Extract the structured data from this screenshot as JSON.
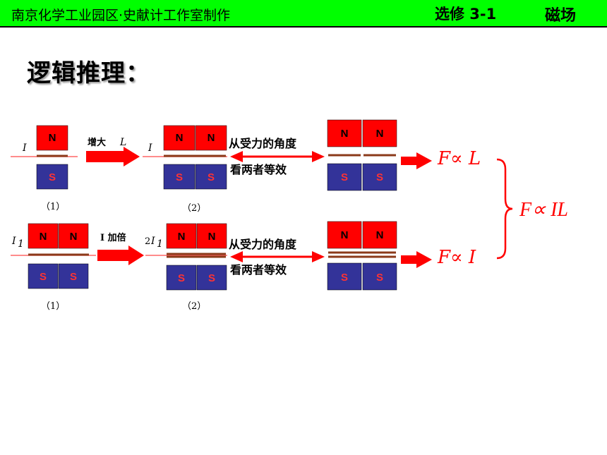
{
  "header": {
    "left": "南京化学工业园区·史献计工作室制作",
    "middle": "选修 3-1",
    "right": "磁场"
  },
  "title": "逻辑推理：",
  "labels": {
    "north": "N",
    "south": "S",
    "current": "I",
    "current1": "I",
    "current1_sub": "1",
    "current2_coef": "2",
    "current2": "I",
    "current2_sub": "1",
    "increase_L": "增大",
    "increase_L_var": "L",
    "double_I": "I 加倍",
    "view1": "从受力的角度",
    "view2": "看两者等效",
    "case1": "（1）",
    "case2": "（2）"
  },
  "formulas": {
    "f_L": "F∝ L",
    "f_I": "F∝ I",
    "f_IL": "F∝ IL"
  },
  "colors": {
    "header": "#00ff00",
    "north": "#ff0000",
    "south": "#333399",
    "arrow": "#ff0000",
    "wire": "#8b3a1a"
  }
}
